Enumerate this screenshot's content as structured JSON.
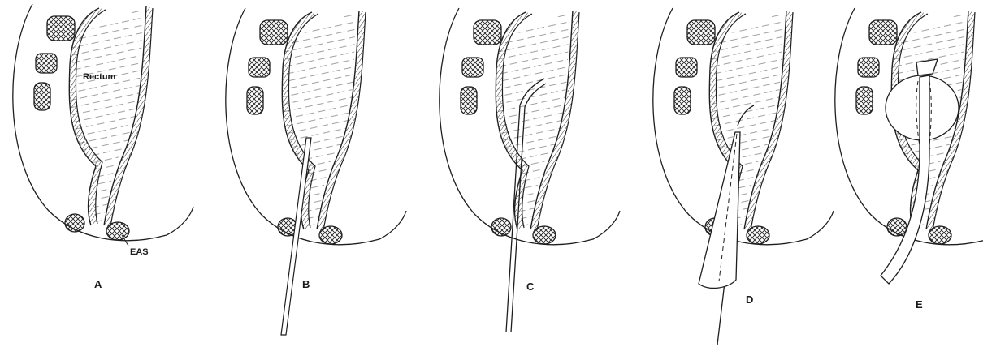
{
  "panels": [
    {
      "label": "A"
    },
    {
      "label": "B"
    },
    {
      "label": "C"
    },
    {
      "label": "D"
    },
    {
      "label": "E"
    }
  ],
  "annotations": {
    "rectum": "Rectum",
    "eas": "EAS"
  }
}
